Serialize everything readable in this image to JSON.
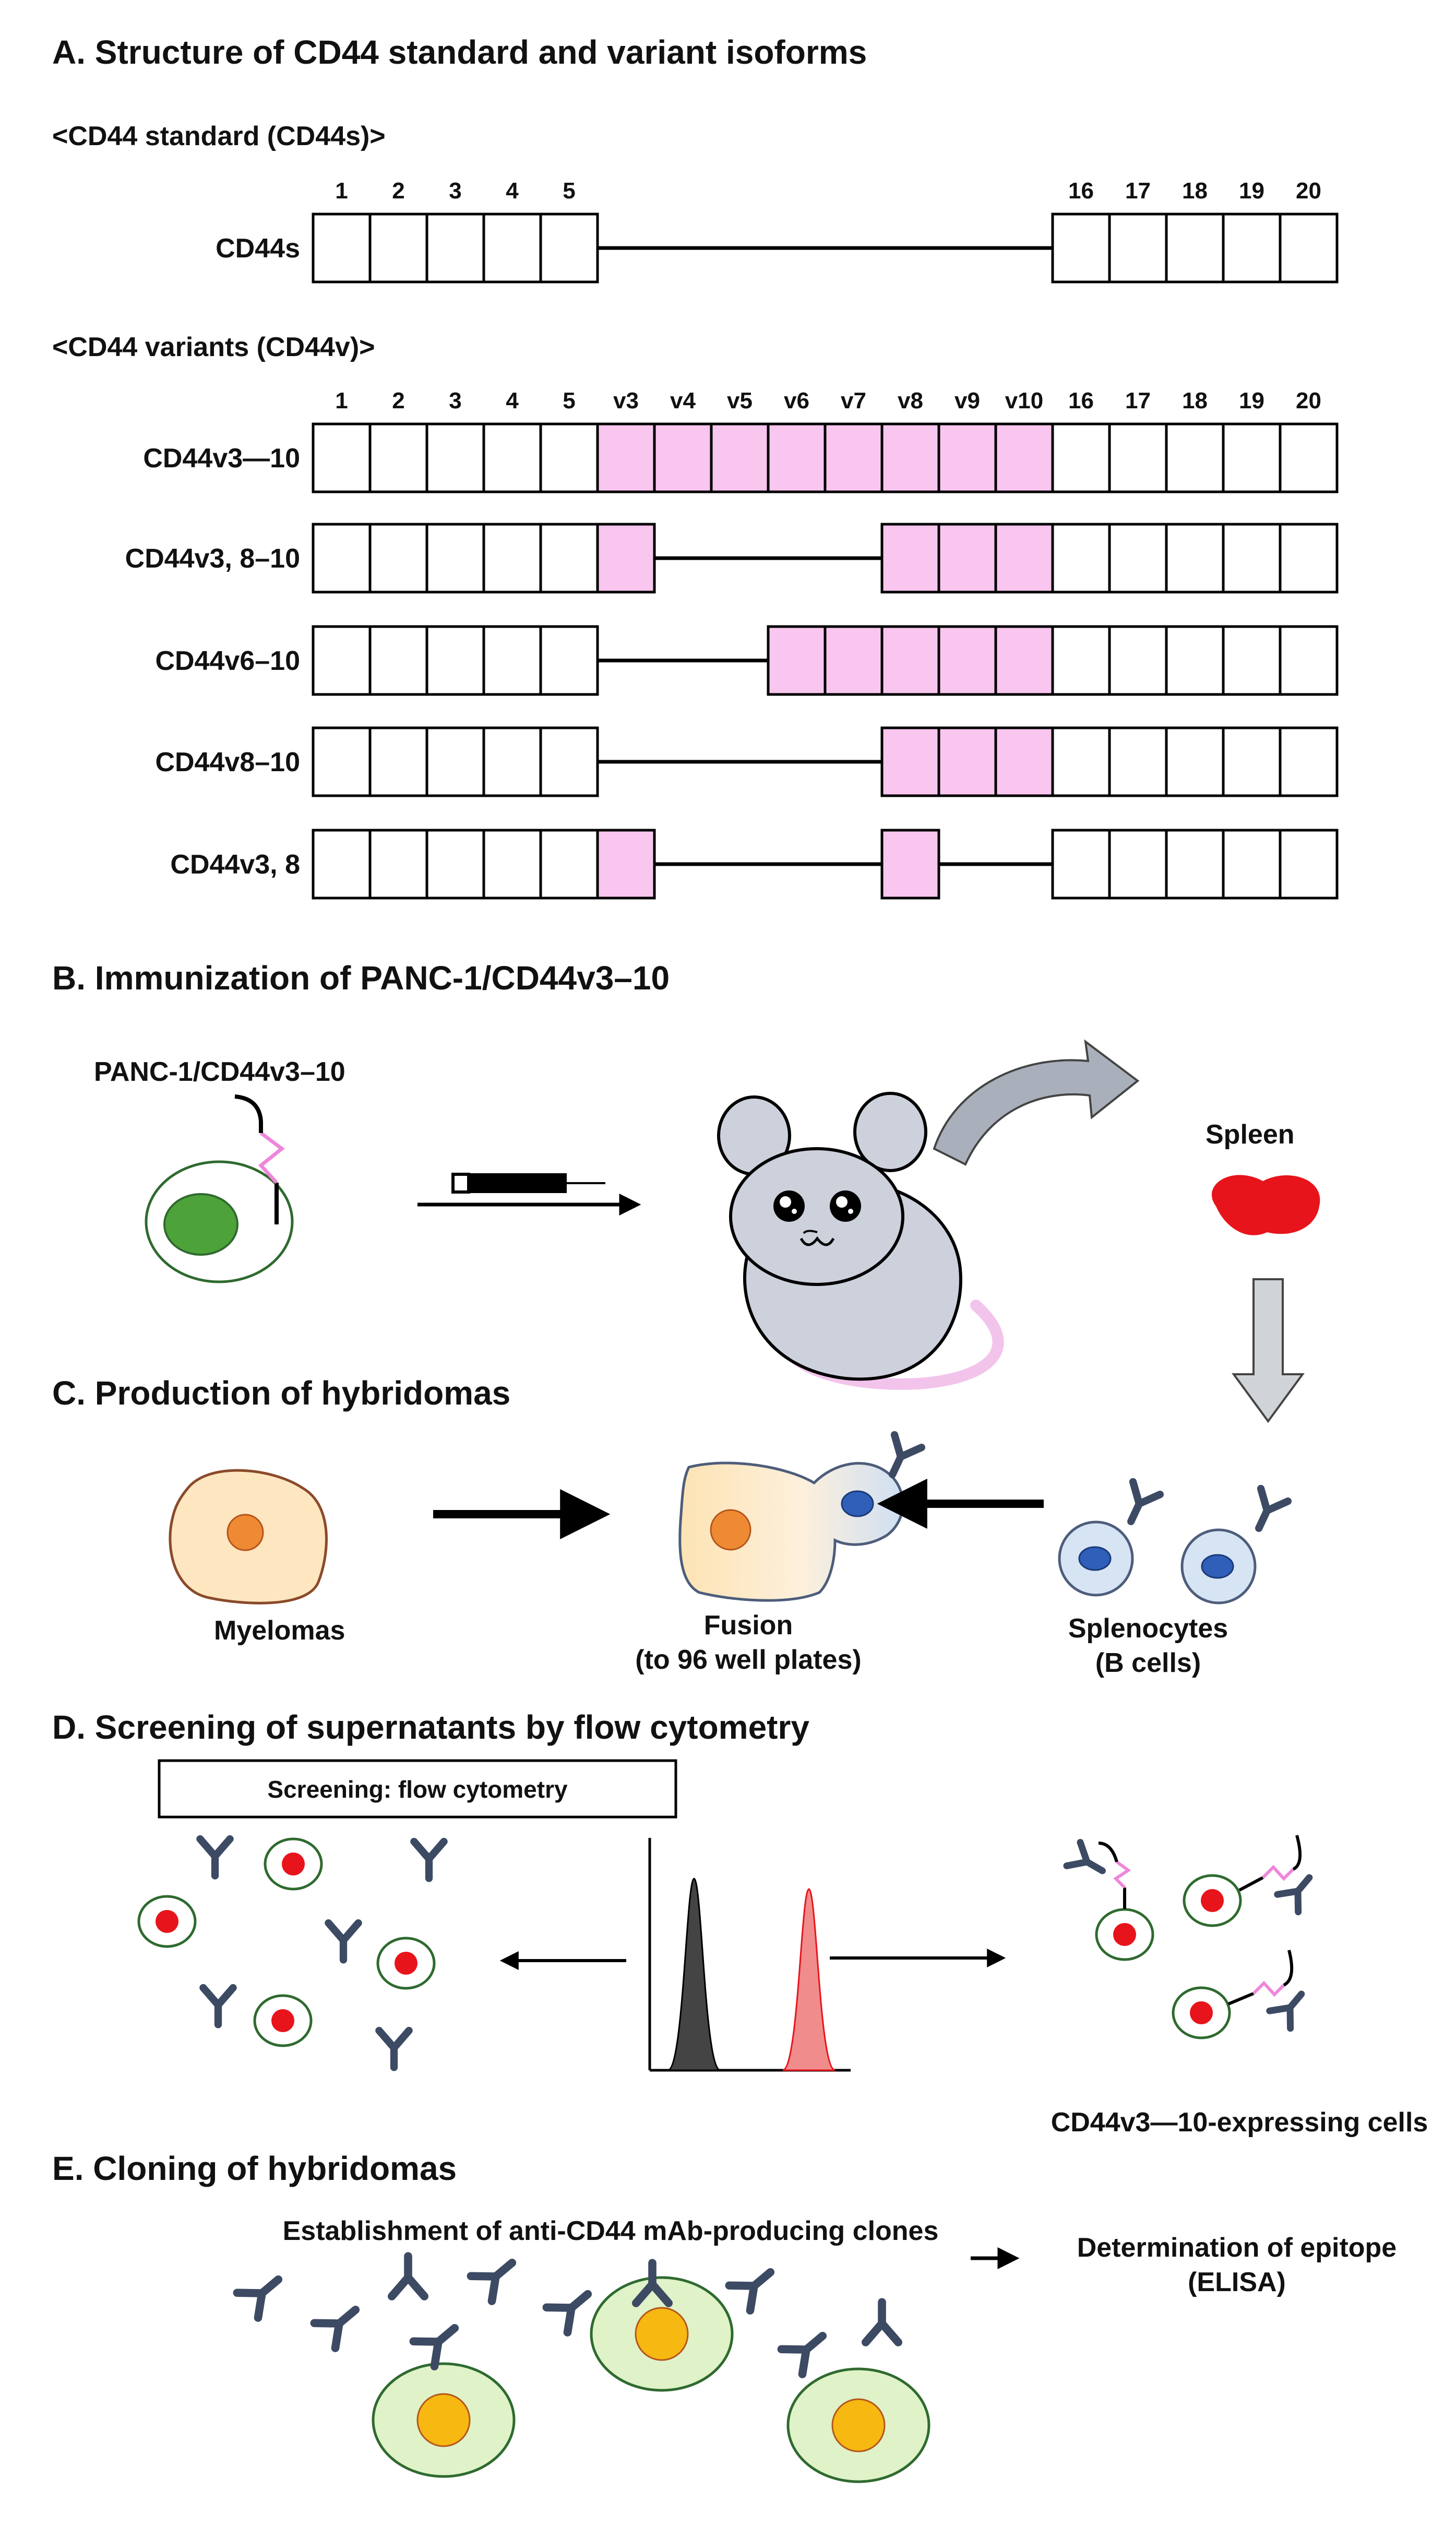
{
  "sections": {
    "a": {
      "title": "A. Structure of CD44 standard and variant isoforms",
      "standard_header": "<CD44 standard (CD44s)>",
      "variant_header": "<CD44 variants (CD44v)>",
      "exons_standard": [
        "1",
        "2",
        "3",
        "4",
        "5",
        "16",
        "17",
        "18",
        "19",
        "20"
      ],
      "exons_variant": [
        "1",
        "2",
        "3",
        "4",
        "5",
        "v3",
        "v4",
        "v5",
        "v6",
        "v7",
        "v8",
        "v9",
        "v10",
        "16",
        "17",
        "18",
        "19",
        "20"
      ],
      "isoforms": [
        {
          "label": "CD44s",
          "variant_exons": []
        },
        {
          "label": "CD44v3—10",
          "variant_exons": [
            "v3",
            "v4",
            "v5",
            "v6",
            "v7",
            "v8",
            "v9",
            "v10"
          ]
        },
        {
          "label": "CD44v3, 8–10",
          "variant_exons": [
            "v3",
            "v8",
            "v9",
            "v10"
          ]
        },
        {
          "label": "CD44v6–10",
          "variant_exons": [
            "v6",
            "v7",
            "v8",
            "v9",
            "v10"
          ]
        },
        {
          "label": "CD44v8–10",
          "variant_exons": [
            "v8",
            "v9",
            "v10"
          ]
        },
        {
          "label": "CD44v3, 8",
          "variant_exons": [
            "v3",
            "v8"
          ]
        }
      ]
    },
    "b": {
      "title": "B. Immunization of PANC-1/CD44v3–10",
      "cell_label": "PANC-1/CD44v3–10",
      "spleen_label": "Spleen"
    },
    "c": {
      "title": "C. Production of hybridomas",
      "myeloma_label": "Myelomas",
      "fusion_label": "Fusion",
      "fusion_sub": "(to 96 well plates)",
      "splenocyte_label": "Splenocytes",
      "splenocyte_sub": "(B cells)"
    },
    "d": {
      "title": "D. Screening of supernatants by flow cytometry",
      "box_label": "Screening: flow cytometry",
      "expressing_label": "CD44v3—10-expressing cells"
    },
    "e": {
      "title": "E. Cloning of hybridomas",
      "subtitle": "Establishment of anti-CD44 mAb-producing clones",
      "epitope_label": "Determination of epitope",
      "epitope_sub": "(ELISA)"
    }
  },
  "colors": {
    "variant_exon_fill": "#f9c6ef",
    "linker_pink": "#ef86da",
    "antibody": "#3d4a63",
    "cell_outline": "#2f6a2f",
    "nucleus_green": "#4ea23a",
    "nucleus_red": "#e8141b",
    "myeloma_fill": "#fde6c0",
    "myeloma_nucleus": "#ee8a33",
    "b_cell_fill": "#d7e4f4",
    "b_cell_nucleus": "#2f5fb8",
    "hybridoma_fill": "#dff2c8",
    "hybridoma_nucleus": "#f7b812",
    "mouse_fill": "#cdd1dc",
    "tail": "#f2c4ec",
    "spleen": "#e8141b",
    "histogram_neg": "#444444",
    "histogram_pos": "#f08c8c"
  }
}
